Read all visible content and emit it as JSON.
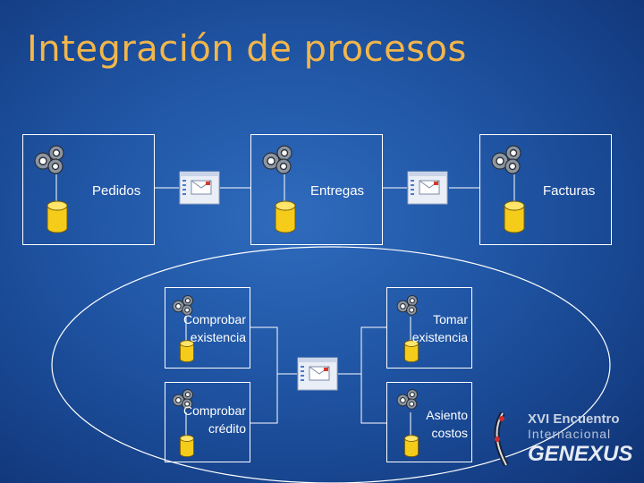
{
  "slide": {
    "title": "Integración de procesos"
  },
  "processes": [
    {
      "name": "Pedidos"
    },
    {
      "name": "Entregas"
    },
    {
      "name": "Facturas"
    }
  ],
  "subprocesses": [
    {
      "line1": "Comprobar",
      "line2": "existencia"
    },
    {
      "line1": "Comprobar",
      "line2": "crédito"
    },
    {
      "line1": "Tomar",
      "line2": "existencia"
    },
    {
      "line1": "Asiento",
      "line2": "costos"
    }
  ],
  "logo": {
    "line1": "XVI Encuentro",
    "line2": "Internacional",
    "line3": "GENEXUS"
  },
  "colors": {
    "title": "#f2b64b",
    "database": "#f5cc1a",
    "background": "#1f54a3"
  }
}
